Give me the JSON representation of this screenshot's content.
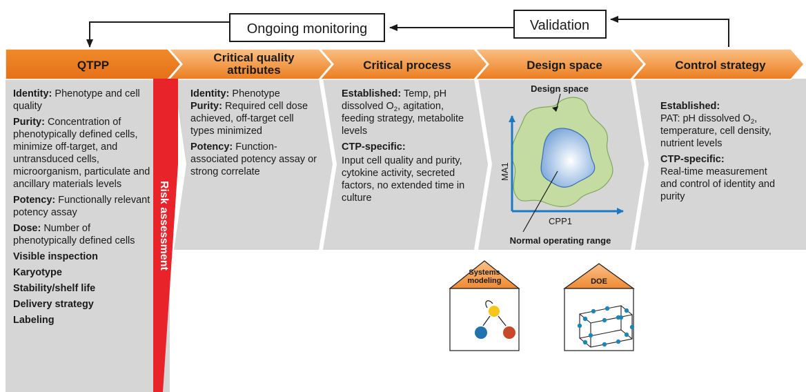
{
  "feedback": {
    "monitoring_label": "Ongoing monitoring",
    "validation_label": "Validation"
  },
  "banner": [
    {
      "label": "QTPP"
    },
    {
      "label": "Critical quality\nattributes"
    },
    {
      "label": "Critical process"
    },
    {
      "label": "Design space"
    },
    {
      "label": "Control strategy"
    }
  ],
  "risk_assessment": "Risk assessment",
  "qtpp": {
    "identity_label": "Identity:",
    "identity_text": "Phenotype and cell quality",
    "purity_label": "Purity:",
    "purity_text": "Concentration of phenotypically defined cells, minimize off-target, and untransduced cells, microorganism, particulate and ancillary materials levels",
    "potency_label": "Potency:",
    "potency_text": "Functionally relevant potency assay",
    "dose_label": "Dose:",
    "dose_text": "Number of phenotypically defined cells",
    "visible": "Visible inspection",
    "karyotype": "Karyotype",
    "stability": "Stability/shelf life",
    "delivery": "Delivery strategy",
    "labeling": "Labeling"
  },
  "cqa": {
    "identity_label": "Identity:",
    "identity_text": "Phenotype",
    "purity_label": "Purity:",
    "purity_text": "Required cell dose achieved, off-target cell types minimized",
    "potency_label": "Potency:",
    "potency_text": "Function-associated potency assay or strong correlate"
  },
  "cp": {
    "established_label": "Established:",
    "established_pre": "Temp, pH dissolved O",
    "established_sub": "2",
    "established_post": ", agitation, feeding strategy, metabolite levels",
    "ctp_label": "CTP-specific:",
    "ctp_text": "Input cell quality and purity, cytokine activity, secreted factors, no extended time in culture"
  },
  "design_space": {
    "title": "Design space",
    "y_axis": "MA1",
    "x_axis": "CPP1",
    "nor_label": "Normal operating range"
  },
  "control": {
    "established_label": "Established:",
    "pat_pre": "PAT: pH dissolved O",
    "pat_sub": "2",
    "pat_post": ", temperature, cell density, nutrient levels",
    "ctp_label": "CTP-specific:",
    "ctp_text": "Real-time measurement and control of identity and purity"
  },
  "houses": {
    "systems_label": "Systems\nmodeling",
    "doe_label": "DOE"
  },
  "colors": {
    "orange_dark": "#ea7a1c",
    "orange_light": "#fbbd80",
    "grey_panel": "#d8d8d8",
    "red": "#e8232a",
    "blue_axis": "#1a79c2",
    "green_region": "#c4dca2",
    "blue_region": "#86aede",
    "node_yellow": "#f6c61c",
    "node_blue": "#2272ad",
    "node_red": "#c8482a",
    "cube_dot": "#1d86b4"
  }
}
